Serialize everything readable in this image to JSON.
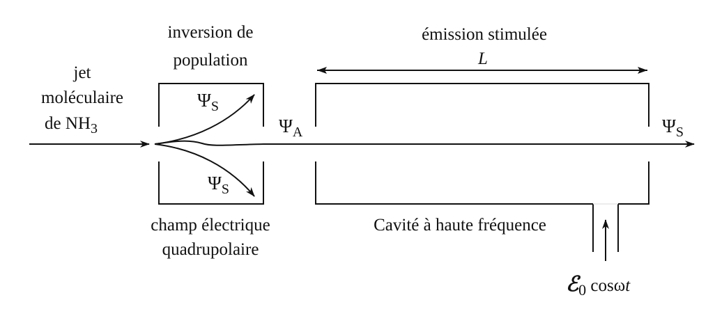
{
  "labels": {
    "jet_line1": "jet",
    "jet_line2": "moléculaire",
    "jet_line3_prefix": "de NH",
    "jet_line3_sub": "3",
    "inversion_line1": "inversion de",
    "inversion_line2": "population",
    "field_line1": "champ électrique",
    "field_line2": "quadrupolaire",
    "emission": "émission stimulée",
    "length": "L",
    "cavity": "Cavité à haute fréquence",
    "psi": "Ψ",
    "sub_s": "S",
    "sub_a": "A",
    "source_symbol": "ℰ",
    "source_sub": "0",
    "source_fn": " cosω",
    "source_t": "t"
  }
}
